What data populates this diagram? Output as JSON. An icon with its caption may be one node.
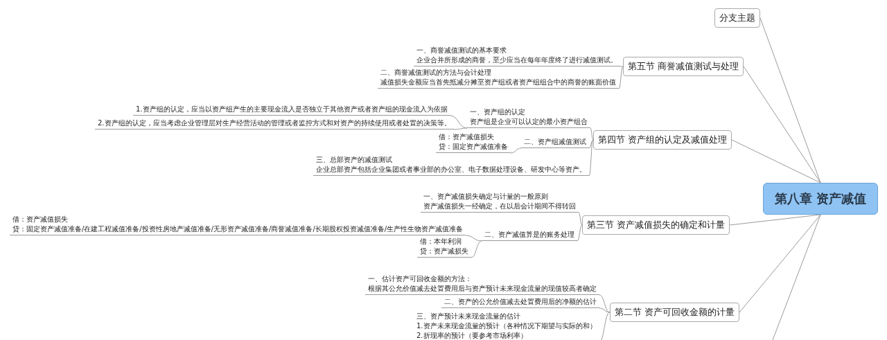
{
  "diagram": {
    "nodes": [
      {
        "text": [
          "第八章 资产减值"
        ]
      },
      {
        "text": [
          "分支主题"
        ]
      },
      {
        "text": [
          "第五节 商誉减值测试与处理"
        ]
      },
      {
        "text": [
          "一、商誉减值测试的基本要求",
          "企业合并所形成的商誉，至少应当在每年年度终了进行减值测试。"
        ]
      },
      {
        "text": [
          "二、商誉减值测试的方法与会计处理",
          "减值损失金额应当首先抵减分摊至资产组或者资产组组合中的商誉的账面价值"
        ]
      },
      {
        "text": [
          "第四节 资产组的认定及减值处理"
        ]
      },
      {
        "text": [
          "一、资产组的认定",
          "资产组是企业可以认定的最小资产组合"
        ]
      },
      {
        "text": [
          "1.资产组的认定，应当以资产组产生的主要现金流入是否独立于其他资产或者资产组的现金流入为依据"
        ]
      },
      {
        "text": [
          "2.资产组的认定，应当考虑企业管理层对生产经营活动的管理或者监控方式和对资产的持续使用或者处置的决策等。"
        ]
      },
      {
        "text": [
          "二、资产组减值测试"
        ]
      },
      {
        "text": [
          "借：资产减值损失",
          "贷：固定资产减值准备"
        ]
      },
      {
        "text": [
          "三、总部资产的减值测试",
          "企业总部资产包括企业集团或者事业部的办公室、电子数据处理设备、研发中心等资产。"
        ]
      },
      {
        "text": [
          "第三节 资产减值损失的确定和计量"
        ]
      },
      {
        "text": [
          "一、资产减值损失确定与计量的一般原则",
          "资产减值损失一经确定，在以后会计期间不得转回"
        ]
      },
      {
        "text": [
          "二、资产减值算是的账务处理"
        ]
      },
      {
        "text": [
          "借：资产减值损失",
          "贷：固定资产减值准备/在建工程减值准备/投资性房地产减值准备/无形资产减值准备/商誉减值准备/长期股权投资减值准备/生产性生物资产减值准备"
        ]
      },
      {
        "text": [
          "借：本年利润",
          "贷：资产减损失"
        ]
      },
      {
        "text": [
          "第二节 资产可回收金额的计量"
        ]
      },
      {
        "text": [
          "一、估计资产可回收金额的方法：",
          "根据其公允价值减去处置费用后与资产预计未来现金流量的现值较高者确定"
        ]
      },
      {
        "text": [
          "二、资产的公允价值减去处置费用后的净额的估计"
        ]
      },
      {
        "text": [
          "三、资产预计未来现金流量的估计",
          "1.资产未来现金流量的预计（各种情况下期望与实际的和）",
          "2.折现率的预计（要参考市场利率）"
        ]
      }
    ],
    "edges": [
      {
        "from": 0,
        "to": 1,
        "arrow": "none"
      },
      {
        "from": 0,
        "to": 2,
        "arrow": "none"
      },
      {
        "from": 2,
        "to": 3,
        "arrow": "none"
      },
      {
        "from": 2,
        "to": 4,
        "arrow": "none"
      },
      {
        "from": 0,
        "to": 5,
        "arrow": "none"
      },
      {
        "from": 5,
        "to": 6,
        "arrow": "none"
      },
      {
        "from": 6,
        "to": 7,
        "arrow": "none"
      },
      {
        "from": 6,
        "to": 8,
        "arrow": "none"
      },
      {
        "from": 5,
        "to": 9,
        "arrow": "none"
      },
      {
        "from": 9,
        "to": 10,
        "arrow": "none"
      },
      {
        "from": 5,
        "to": 11,
        "arrow": "none"
      },
      {
        "from": 0,
        "to": 12,
        "arrow": "none"
      },
      {
        "from": 12,
        "to": 13,
        "arrow": "none"
      },
      {
        "from": 12,
        "to": 14,
        "arrow": "none"
      },
      {
        "from": 14,
        "to": 15,
        "arrow": "none"
      },
      {
        "from": 14,
        "to": 16,
        "arrow": "none"
      },
      {
        "from": 0,
        "to": 17,
        "arrow": "none"
      },
      {
        "from": 17,
        "to": 18,
        "arrow": "none"
      },
      {
        "from": 17,
        "to": 19,
        "arrow": "none"
      },
      {
        "from": 17,
        "to": 20,
        "arrow": "none"
      },
      {
        "from": 0,
        "to": null,
        "arrow": "none"
      }
    ]
  }
}
